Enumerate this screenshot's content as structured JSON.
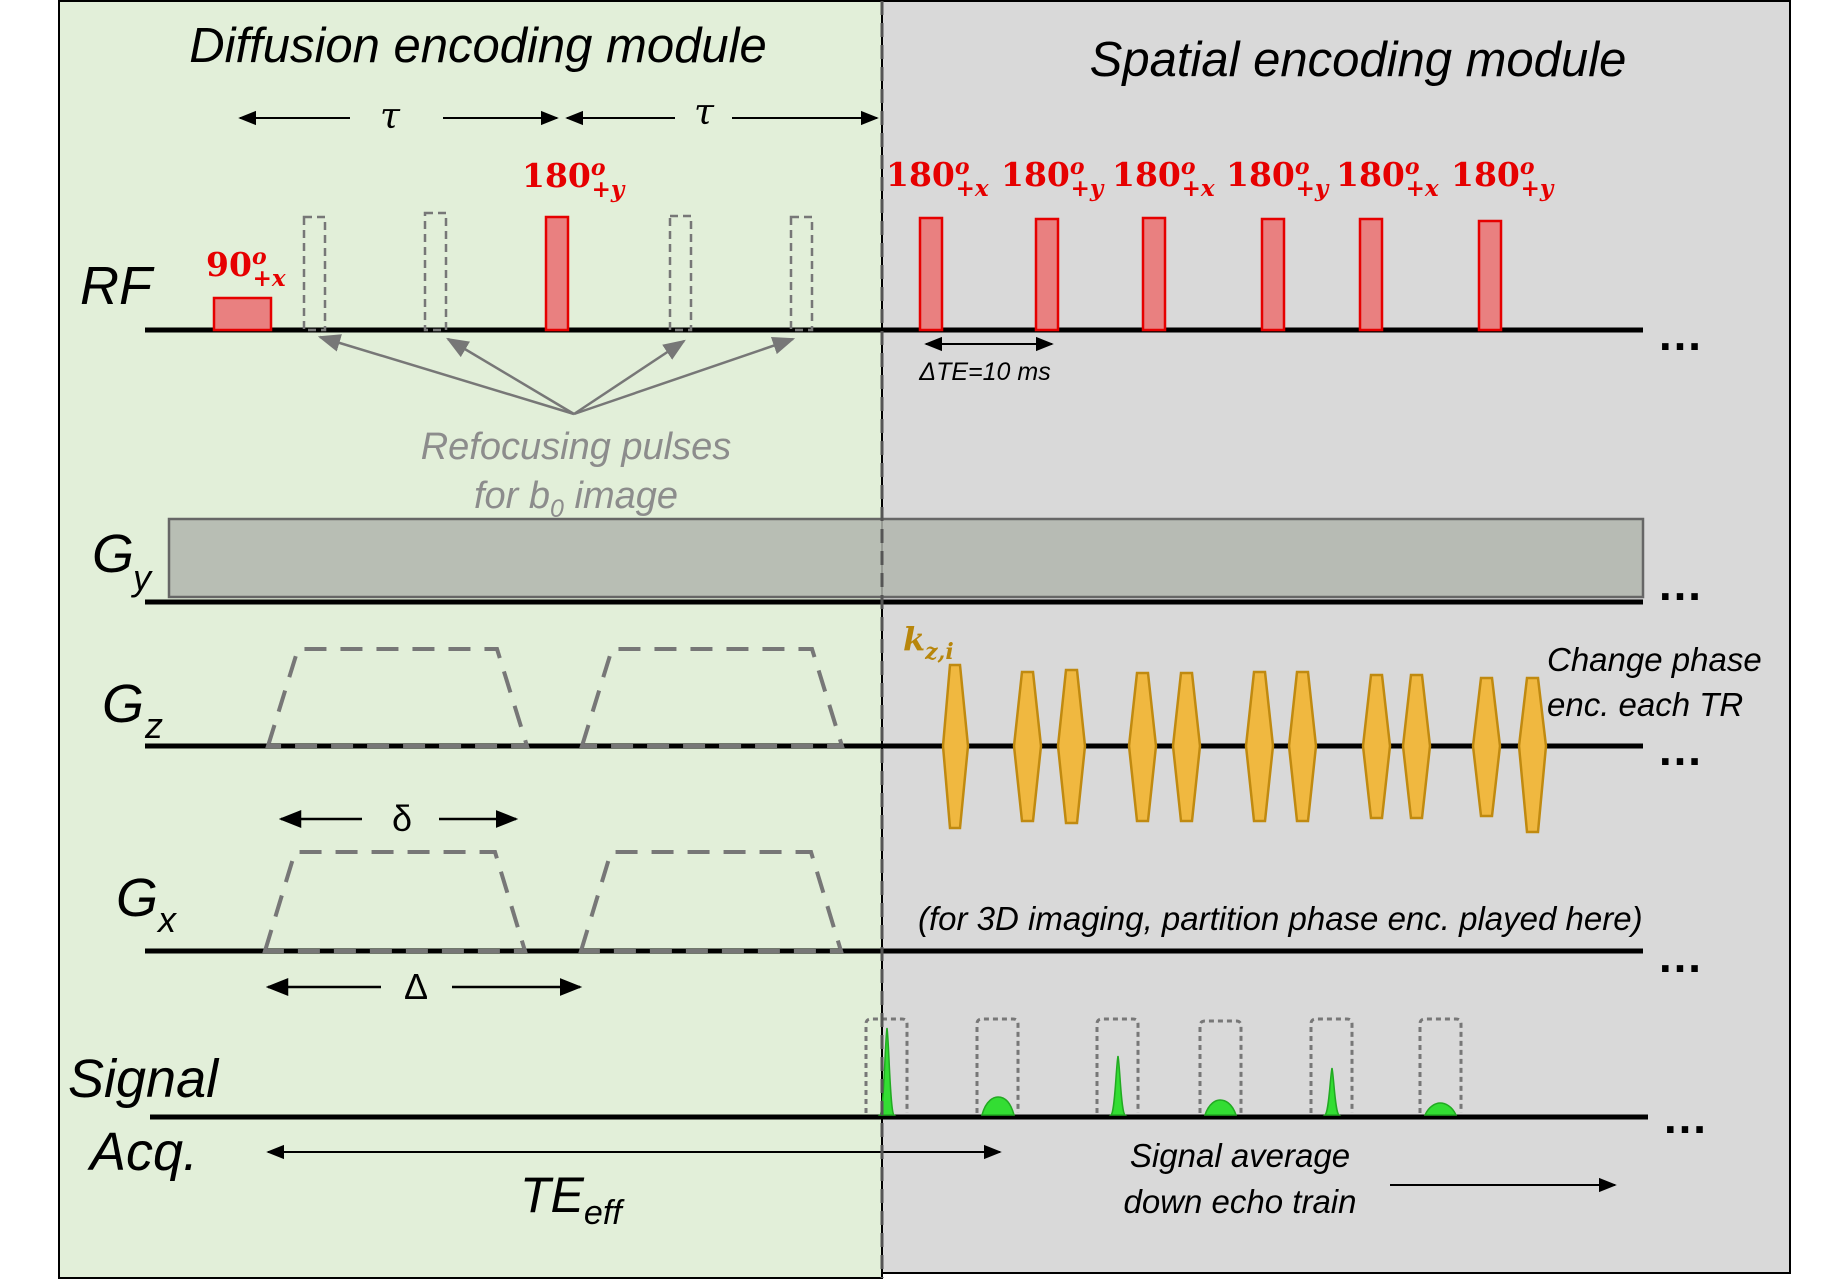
{
  "modules": {
    "diffusion_title": "Diffusion encoding module",
    "spatial_title": "Spatial encoding module"
  },
  "timing": {
    "tau": "τ",
    "delta_small": "δ",
    "delta_big": "Δ",
    "delta_te": "ΔTE=10 ms"
  },
  "axes": {
    "rf": "RF",
    "gy_main": "G",
    "gy_sub": "y",
    "gz_main": "G",
    "gz_sub": "z",
    "gx_main": "G",
    "gx_sub": "x",
    "signal_line1": "Signal",
    "signal_line2": "Acq."
  },
  "pulses": {
    "excitation": {
      "main": "90",
      "sup": "o",
      "sub": "+x"
    },
    "diffusion_refocus": {
      "main": "180",
      "sup": "o",
      "sub": "+y"
    },
    "train": [
      {
        "main": "180",
        "sup": "o",
        "sub": "+x"
      },
      {
        "main": "180",
        "sup": "o",
        "sub": "+y"
      },
      {
        "main": "180",
        "sup": "o",
        "sub": "+x"
      },
      {
        "main": "180",
        "sup": "o",
        "sub": "+y"
      },
      {
        "main": "180",
        "sup": "o",
        "sub": "+x"
      },
      {
        "main": "180",
        "sup": "o",
        "sub": "+y"
      }
    ]
  },
  "annotations": {
    "refocusing_line1": "Refocusing pulses",
    "refocusing_line2_pre": "for b",
    "refocusing_line2_sub": "0",
    "refocusing_line2_post": " image",
    "kz_main": "k",
    "kz_sub": "z,i",
    "phase_enc_line1": "Change phase",
    "phase_enc_line2": "enc. each TR",
    "partition_note": "(for 3D imaging, partition phase enc. played here)",
    "te_eff_main": "TE",
    "te_eff_sub": "eff",
    "signal_avg_line1": "Signal average",
    "signal_avg_line2": "down echo train",
    "ellipsis": "…"
  },
  "colors": {
    "diffusion_panel": "#e2efd9",
    "spatial_panel": "#d9d9d9",
    "rf_pulse": "#e98080",
    "rf_pulse_border": "#e60000",
    "label_red": "#e60000",
    "kz_gold": "#f0b840",
    "kz_gold_border": "#c08a10",
    "kz_label": "#b8860b",
    "signal_green": "#33cc33",
    "gy_block": "#b4bfb2",
    "dashed_gray": "#808080"
  }
}
